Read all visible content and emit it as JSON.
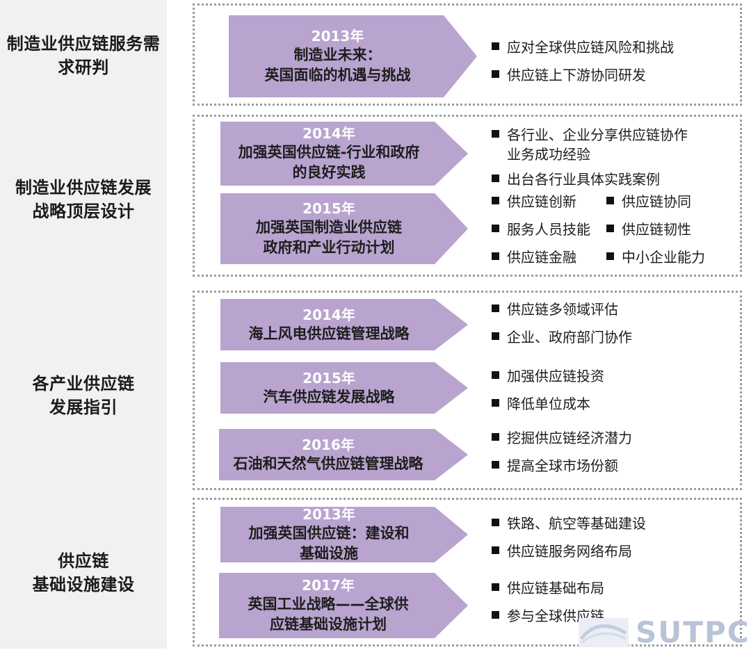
{
  "categories": [
    {
      "lines": [
        "制造业供应链服务需",
        "求研判"
      ]
    },
    {
      "lines": [
        "制造业供应链发展",
        "战略顶层设计"
      ]
    },
    {
      "lines": [
        "各产业供应链",
        "发展指引"
      ]
    },
    {
      "lines": [
        "供应链",
        "基础设施建设"
      ]
    }
  ],
  "items": [
    {
      "year": "2013年",
      "title": [
        "制造业未来：",
        "英国面临的机遇与挑战"
      ],
      "bullets": [
        "应对全球供应链风险和挑战",
        "供应链上下游协同研发"
      ]
    },
    {
      "year": "2014年",
      "title": [
        "加强英国供应链-行业和政府",
        "的良好实践"
      ],
      "bullets": [
        "各行业、企业分享供应链协作",
        "业务成功经验",
        "出台各行业具体实践案例"
      ]
    },
    {
      "year": "2015年",
      "title": [
        "加强英国制造业供应链",
        "政府和产业行动计划"
      ],
      "bullets": [
        "供应链创新",
        "供应链协同",
        "服务人员技能",
        "供应链韧性",
        "供应链金融",
        "中小企业能力"
      ]
    },
    {
      "year": "2014年",
      "title": [
        "海上风电供应链管理战略"
      ],
      "bullets": [
        "供应链多领域评估",
        "企业、政府部门协作"
      ]
    },
    {
      "year": "2015年",
      "title": [
        "汽车供应链发展战略"
      ],
      "bullets": [
        "加强供应链投资",
        "降低单位成本"
      ]
    },
    {
      "year": "2016年",
      "title": [
        "石油和天然气供应链管理战略"
      ],
      "bullets": [
        "挖掘供应链经济潜力",
        "提高全球市场份额"
      ]
    },
    {
      "year": "2013年",
      "title": [
        "加强英国供应链：建设和",
        "基础设施"
      ],
      "bullets": [
        "铁路、航空等基础建设",
        "供应链服务网络布局"
      ]
    },
    {
      "year": "2017年",
      "title": [
        "英国工业战略——全球供",
        "应链基础设施计划"
      ],
      "bullets": [
        "供应链基础布局",
        "参与全球供应链"
      ]
    }
  ],
  "logo": {
    "text": "SUTPC"
  }
}
